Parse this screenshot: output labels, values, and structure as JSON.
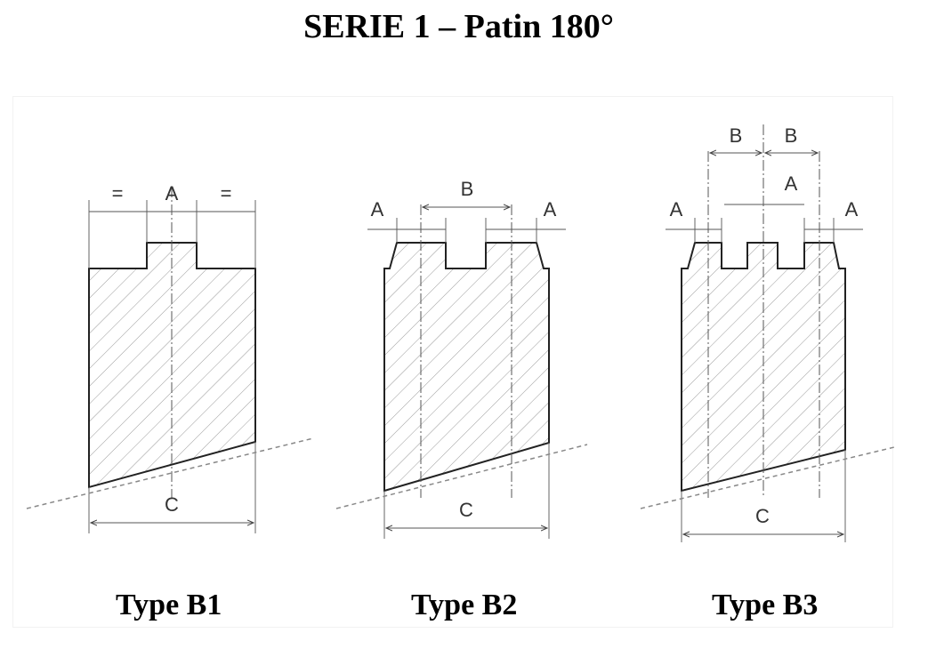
{
  "title": "SERIE 1 – Patin 180°",
  "types": [
    {
      "caption": "Type B1",
      "dim_labels": {
        "top_left": "=",
        "top_center": "A",
        "top_right": "=",
        "bottom": "C"
      }
    },
    {
      "caption": "Type B2",
      "dim_labels": {
        "left": "A",
        "center": "B",
        "right": "A",
        "bottom": "C"
      }
    },
    {
      "caption": "Type B3",
      "dim_labels": {
        "b_left": "B",
        "b_right": "B",
        "center": "A",
        "left": "A",
        "right": "A",
        "bottom": "C"
      }
    }
  ]
}
